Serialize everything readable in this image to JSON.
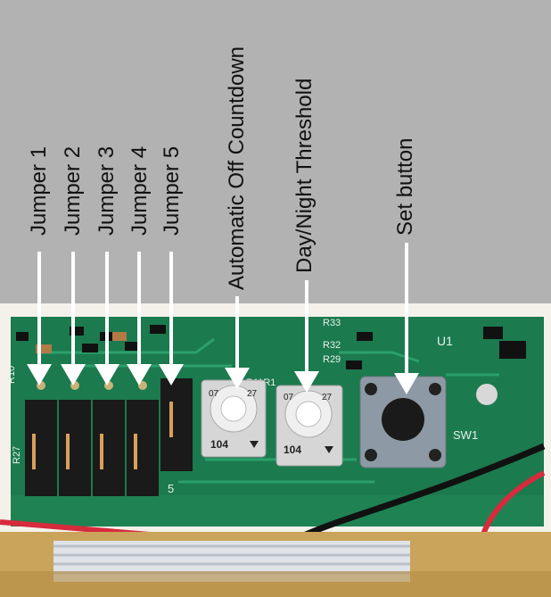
{
  "labels": {
    "jumper1": "Jumper 1",
    "jumper2": "Jumper 2",
    "jumper3": "Jumper 3",
    "jumper4": "Jumper 4",
    "jumper5": "Jumper 5",
    "auto_off": "Automatic Off Countdown",
    "day_night": "Day/Night Threshold",
    "set_button": "Set button"
  },
  "board_marks": {
    "r10": "R10",
    "r27": "R27",
    "r33": "R33",
    "r32": "R32",
    "r29": "R29",
    "r11": "R11R1",
    "u1": "U1",
    "sw1": "SW1",
    "pot1_top_left": "07",
    "pot1_top_right": "27",
    "pot1_bottom": "104",
    "pot2_top_left": "07",
    "pot2_top_right": "27",
    "pot2_bottom": "104",
    "jumper5_num": "5"
  },
  "colors": {
    "background": "#b2b2b2",
    "pcb": "#1b7a4e",
    "enclosure": "#f3f1ea",
    "arrow": "#ffffff",
    "label_text": "#111111"
  }
}
